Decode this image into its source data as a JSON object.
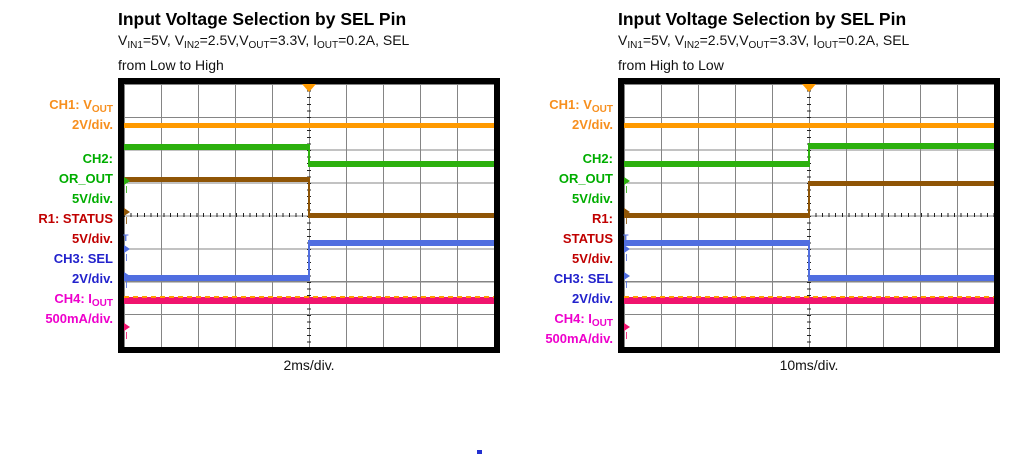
{
  "figure": {
    "background": "#ffffff",
    "artifact_dot_color": "#2230D0"
  },
  "scopes": [
    {
      "title": "Input Voltage Selection by SEL Pin",
      "subtitle_segments": [
        {
          "t": "V"
        },
        {
          "s": "IN1"
        },
        {
          "t": "=5V, V"
        },
        {
          "s": "IN2"
        },
        {
          "t": "=2.5V,V"
        },
        {
          "s": "OUT"
        },
        {
          "t": "=3.3V, I"
        },
        {
          "s": "OUT"
        },
        {
          "t": "=0.2A, SEL"
        },
        {
          "br": true
        },
        {
          "t": "from Low to High"
        }
      ],
      "timebase_label": "2ms/div.",
      "channel_labels": [
        {
          "color": "#F78F1E",
          "segments": [
            {
              "t": "CH1: V"
            },
            {
              "s": "OUT"
            }
          ]
        },
        {
          "color": "#F78F1E",
          "segments": [
            {
              "t": "2V/div."
            }
          ]
        },
        {
          "gap": true
        },
        {
          "color": "#00AD00",
          "segments": [
            {
              "t": "CH2:"
            }
          ]
        },
        {
          "color": "#00AD00",
          "segments": [
            {
              "t": "OR_OUT"
            }
          ]
        },
        {
          "color": "#00AD00",
          "segments": [
            {
              "t": "5V/div."
            }
          ]
        },
        {
          "color": "#C00000",
          "segments": [
            {
              "t": "R1: STATUS"
            }
          ]
        },
        {
          "color": "#C00000",
          "segments": [
            {
              "t": "5V/div."
            }
          ]
        },
        {
          "color": "#2222CC",
          "segments": [
            {
              "t": "CH3: SEL"
            }
          ]
        },
        {
          "color": "#2222CC",
          "segments": [
            {
              "t": "2V/div."
            }
          ]
        },
        {
          "color": "#EE00CC",
          "segments": [
            {
              "t": "CH4: I"
            },
            {
              "s": "OUT"
            }
          ]
        },
        {
          "color": "#EE00CC",
          "segments": [
            {
              "t": "500mA/div."
            }
          ]
        }
      ],
      "scope": {
        "grid_color": "#858585",
        "tick_color": "#222222",
        "trigger_color": "#FF9A00",
        "traces": [
          {
            "name": "ch1-vout-trace",
            "color": "#FF9A00",
            "y_before": 41,
            "y_after": 41,
            "thickness": 5
          },
          {
            "name": "ch2-or-out-trace",
            "color": "#2CB00E",
            "y_before": 63,
            "y_after": 80,
            "thickness": 6
          },
          {
            "name": "r1-status-trace",
            "color": "#8F5506",
            "y_before": 95,
            "y_after": 131,
            "thickness": 5
          },
          {
            "name": "ch3-sel-trace",
            "color": "#506EE0",
            "y_before": 194,
            "y_after": 159,
            "thickness": 6
          },
          {
            "name": "ch4-iout-trace",
            "color": "#F0146E",
            "y_before": 216,
            "y_after": 216,
            "thickness": 7,
            "overlay": "#FF9A00"
          }
        ],
        "markers": [
          {
            "name": "ch2-ref-marker",
            "color": "#2CB00E",
            "y": 97
          },
          {
            "name": "r1-ref-marker",
            "color": "#8F5506",
            "y": 128
          },
          {
            "name": "trigger-level-marker",
            "color": "#506EE0",
            "y": 165,
            "glyph": "T"
          },
          {
            "name": "ch3-ref-marker",
            "color": "#506EE0",
            "y": 192
          },
          {
            "name": "ch4-ref-marker",
            "color": "#F0146E",
            "y": 243
          }
        ]
      }
    },
    {
      "title": "Input Voltage Selection by SEL Pin",
      "subtitle_segments": [
        {
          "t": "V"
        },
        {
          "s": "IN1"
        },
        {
          "t": "=5V, V"
        },
        {
          "s": "IN2"
        },
        {
          "t": "=2.5V,V"
        },
        {
          "s": "OUT"
        },
        {
          "t": "=3.3V, I"
        },
        {
          "s": "OUT"
        },
        {
          "t": "=0.2A, SEL"
        },
        {
          "br": true
        },
        {
          "t": "from High to Low"
        }
      ],
      "timebase_label": "10ms/div.",
      "channel_labels": [
        {
          "color": "#F78F1E",
          "segments": [
            {
              "t": "CH1: V"
            },
            {
              "s": "OUT"
            }
          ]
        },
        {
          "color": "#F78F1E",
          "segments": [
            {
              "t": "2V/div."
            }
          ]
        },
        {
          "gap": true
        },
        {
          "color": "#00AD00",
          "segments": [
            {
              "t": "CH2:"
            }
          ]
        },
        {
          "color": "#00AD00",
          "segments": [
            {
              "t": "OR_OUT"
            }
          ]
        },
        {
          "color": "#00AD00",
          "segments": [
            {
              "t": "5V/div."
            }
          ]
        },
        {
          "color": "#C00000",
          "segments": [
            {
              "t": "R1:"
            }
          ]
        },
        {
          "color": "#C00000",
          "segments": [
            {
              "t": "STATUS"
            }
          ]
        },
        {
          "color": "#C00000",
          "segments": [
            {
              "t": "5V/div."
            }
          ]
        },
        {
          "color": "#2222CC",
          "segments": [
            {
              "t": "CH3: SEL"
            }
          ]
        },
        {
          "color": "#2222CC",
          "segments": [
            {
              "t": "2V/div."
            }
          ]
        },
        {
          "color": "#EE00CC",
          "segments": [
            {
              "t": "CH4: I"
            },
            {
              "s": "OUT"
            }
          ]
        },
        {
          "color": "#EE00CC",
          "segments": [
            {
              "t": "500mA/div."
            }
          ]
        }
      ],
      "scope": {
        "grid_color": "#858585",
        "tick_color": "#222222",
        "trigger_color": "#FF9A00",
        "traces": [
          {
            "name": "ch1-vout-trace",
            "color": "#FF9A00",
            "y_before": 41,
            "y_after": 41,
            "thickness": 5
          },
          {
            "name": "ch2-or-out-trace",
            "color": "#2CB00E",
            "y_before": 80,
            "y_after": 62,
            "thickness": 6
          },
          {
            "name": "r1-status-trace",
            "color": "#8F5506",
            "y_before": 131,
            "y_after": 99,
            "thickness": 5
          },
          {
            "name": "ch3-sel-trace",
            "color": "#506EE0",
            "y_before": 159,
            "y_after": 194,
            "thickness": 6
          },
          {
            "name": "ch4-iout-trace",
            "color": "#F0146E",
            "y_before": 216,
            "y_after": 216,
            "thickness": 7,
            "overlay": "#FF9A00"
          }
        ],
        "markers": [
          {
            "name": "ch2-ref-marker",
            "color": "#2CB00E",
            "y": 97
          },
          {
            "name": "r1-ref-marker",
            "color": "#8F5506",
            "y": 128
          },
          {
            "name": "trigger-level-marker",
            "color": "#506EE0",
            "y": 165,
            "glyph": "T"
          },
          {
            "name": "ch3-ref-marker",
            "color": "#506EE0",
            "y": 192
          },
          {
            "name": "ch4-ref-marker",
            "color": "#F0146E",
            "y": 243
          }
        ]
      }
    }
  ],
  "chart_data": [
    {
      "type": "line",
      "title": "Input Voltage Selection by SEL Pin",
      "conditions": "VIN1=5V, VIN2=2.5V, VOUT=3.3V, IOUT=0.2A, SEL from Low to High",
      "xlabel": "2ms/div.",
      "x_divisions": 10,
      "y_divisions": 8,
      "grid": true,
      "transition": "all steps occur at center graticule (trigger point)",
      "series": [
        {
          "name": "CH1: VOUT",
          "scale": "2V/div.",
          "color": "#FF9A00",
          "shape": "constant",
          "level_div_before": 2.75,
          "level_div_after": 2.75
        },
        {
          "name": "CH2: OR_OUT",
          "scale": "5V/div.",
          "color": "#2CB00E",
          "shape": "step-down",
          "level_div_before": 2.05,
          "level_div_after": 1.55
        },
        {
          "name": "R1: STATUS",
          "scale": "5V/div.",
          "color": "#8F5506",
          "shape": "step-down",
          "level_div_before": 1.05,
          "level_div_after": 0
        },
        {
          "name": "CH3: SEL",
          "scale": "2V/div.",
          "color": "#506EE0",
          "shape": "step-up",
          "level_div_before": -1.9,
          "level_div_after": -0.85
        },
        {
          "name": "CH4: IOUT",
          "scale": "500mA/div.",
          "color": "#F0146E",
          "shape": "constant",
          "level_div_before": -2.6,
          "level_div_after": -2.6
        }
      ]
    },
    {
      "type": "line",
      "title": "Input Voltage Selection by SEL Pin",
      "conditions": "VIN1=5V, VIN2=2.5V, VOUT=3.3V, IOUT=0.2A, SEL from High to Low",
      "xlabel": "10ms/div.",
      "x_divisions": 10,
      "y_divisions": 8,
      "grid": true,
      "transition": "all steps occur at center graticule (trigger point)",
      "series": [
        {
          "name": "CH1: VOUT",
          "scale": "2V/div.",
          "color": "#FF9A00",
          "shape": "constant",
          "level_div_before": 2.75,
          "level_div_after": 2.75
        },
        {
          "name": "CH2: OR_OUT",
          "scale": "5V/div.",
          "color": "#2CB00E",
          "shape": "step-up",
          "level_div_before": 1.55,
          "level_div_after": 2.05
        },
        {
          "name": "R1: STATUS",
          "scale": "5V/div.",
          "color": "#8F5506",
          "shape": "step-up",
          "level_div_before": 0,
          "level_div_after": 1.05
        },
        {
          "name": "CH3: SEL",
          "scale": "2V/div.",
          "color": "#506EE0",
          "shape": "step-down",
          "level_div_before": -0.85,
          "level_div_after": -1.9
        },
        {
          "name": "CH4: IOUT",
          "scale": "500mA/div.",
          "color": "#F0146E",
          "shape": "constant",
          "level_div_before": -2.6,
          "level_div_after": -2.6
        }
      ]
    }
  ]
}
